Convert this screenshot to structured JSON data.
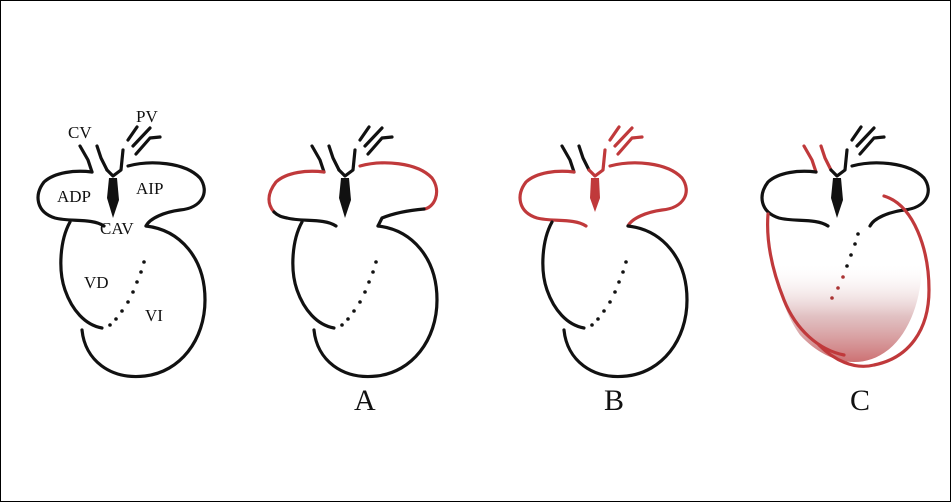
{
  "colors": {
    "outline": "#111111",
    "highlight": "#c0393b",
    "background": "#ffffff"
  },
  "labels": {
    "cv": "CV",
    "pv": "PV",
    "adp": "ADP",
    "aip": "AIP",
    "cav": "CAV",
    "vd": "VD",
    "vi": "VI"
  },
  "panels": [
    {
      "id": "reference",
      "caption": ""
    },
    {
      "id": "a",
      "caption": "A"
    },
    {
      "id": "b",
      "caption": "B"
    },
    {
      "id": "c",
      "caption": "C"
    }
  ]
}
